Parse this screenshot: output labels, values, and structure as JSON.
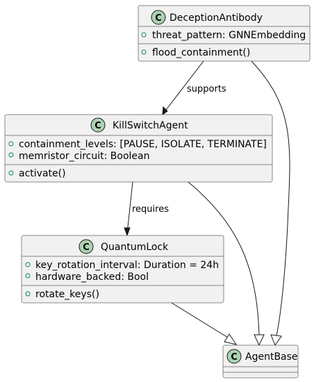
{
  "classes": {
    "deception_antibody": {
      "name": "DeceptionAntibody",
      "stereotype_letter": "C",
      "attributes": [
        "threat_pattern: GNNEmbedding"
      ],
      "methods": [
        "flood_containment()"
      ]
    },
    "kill_switch_agent": {
      "name": "KillSwitchAgent",
      "stereotype_letter": "C",
      "attributes": [
        "containment_levels: [PAUSE, ISOLATE, TERMINATE]",
        "memristor_circuit: Boolean"
      ],
      "methods": [
        "activate()"
      ]
    },
    "quantum_lock": {
      "name": "QuantumLock",
      "stereotype_letter": "C",
      "attributes": [
        "key_rotation_interval: Duration = 24h",
        "hardware_backed: Bool"
      ],
      "methods": [
        "rotate_keys()"
      ]
    },
    "agent_base": {
      "name": "AgentBase",
      "stereotype_letter": "C",
      "attributes": [],
      "methods": []
    }
  },
  "relations": {
    "supports": "supports",
    "requires": "requires"
  },
  "colors": {
    "box_fill": "#f1f1f1",
    "box_border": "#181818",
    "class_circle": "#add1b2",
    "public_visibility": "#038048"
  }
}
